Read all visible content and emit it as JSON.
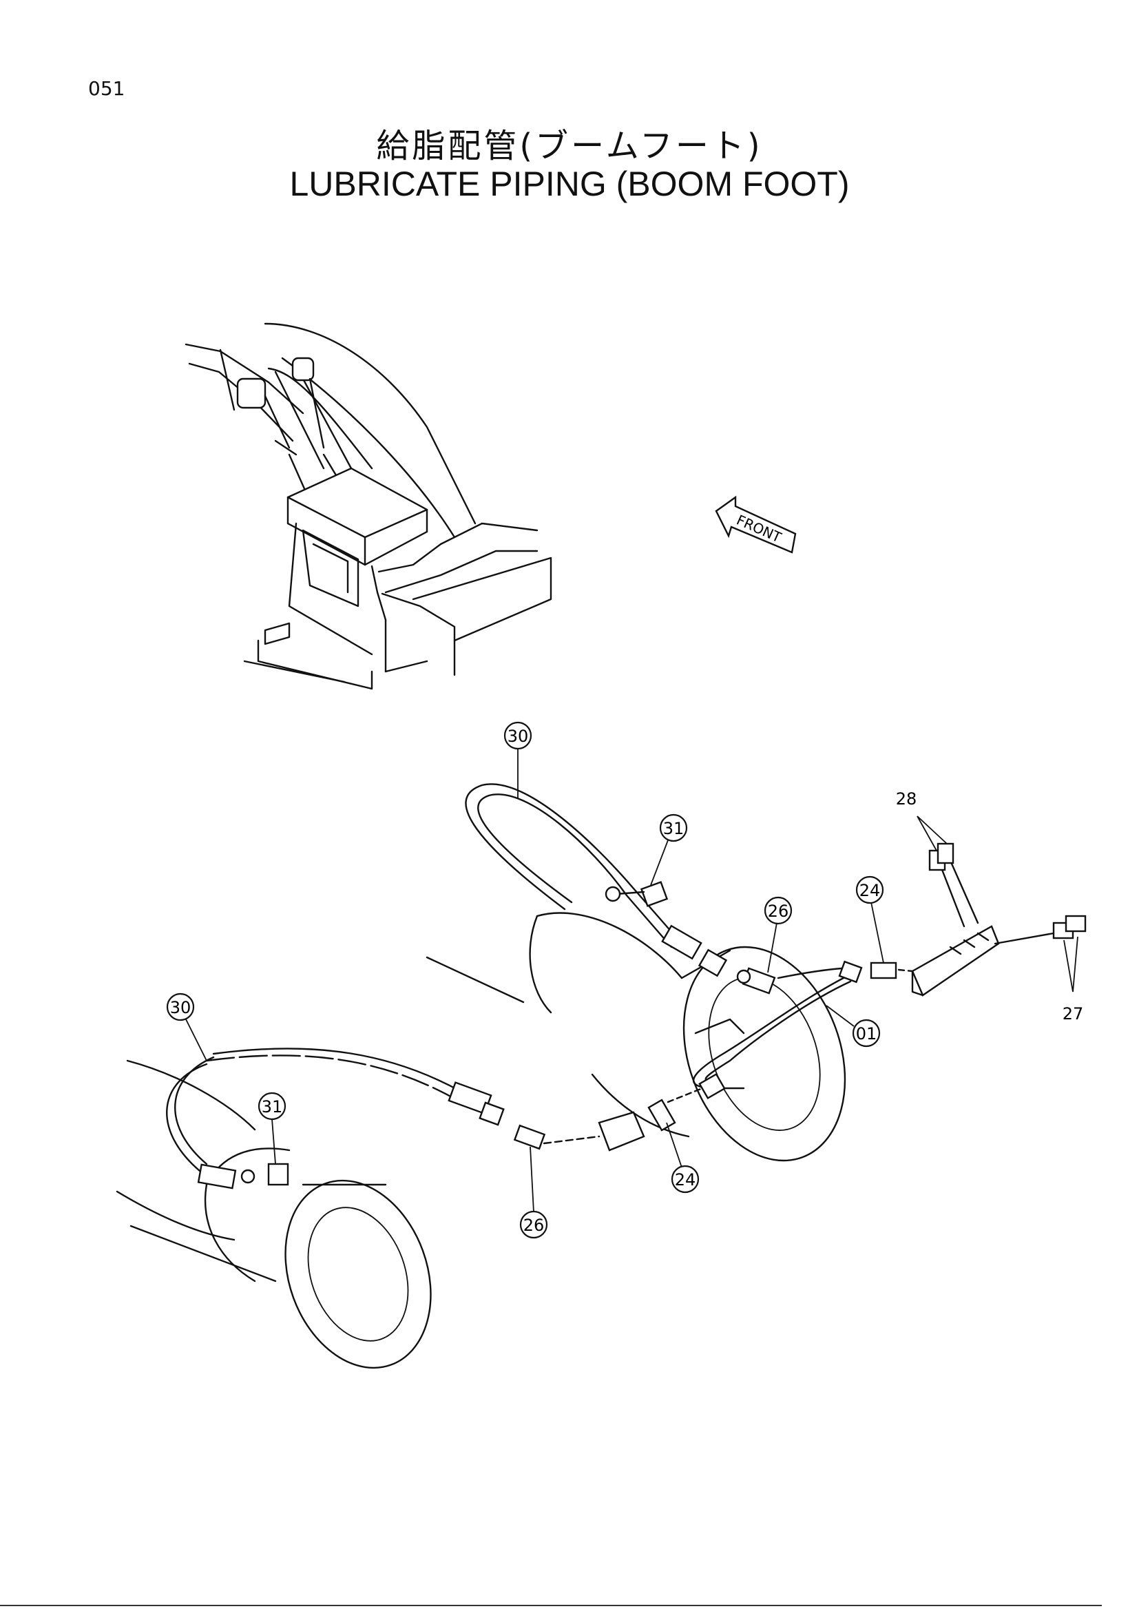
{
  "page_number": "051",
  "title_jp": "給脂配管(ブームフート)",
  "title_en": "LUBRICATE PIPING (BOOM FOOT)",
  "front_label": "FRONT",
  "callouts": [
    "30",
    "31",
    "26",
    "24",
    "01",
    "30",
    "31",
    "24",
    "26"
  ],
  "labels": [
    "28",
    "27"
  ]
}
